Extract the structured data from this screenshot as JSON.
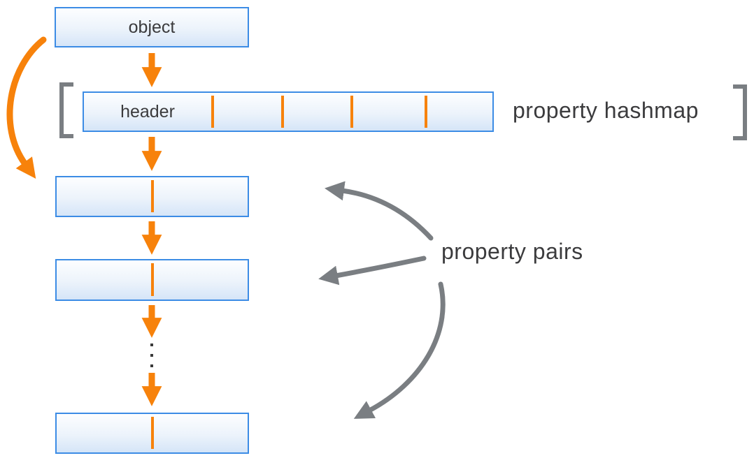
{
  "colors": {
    "accent-orange": "#F7820B",
    "box-border": "#3C8CE5",
    "box-fill-top": "#FDFEFF",
    "box-fill-bottom": "#D5E5F8",
    "arrow-gray": "#7A7E82",
    "text-dark": "#3B3B3D"
  },
  "object_box": {
    "label": "object"
  },
  "hashmap": {
    "header_label": "header",
    "empty_slot_count": 4,
    "annotation": "property hashmap"
  },
  "property_pairs": {
    "annotation": "property pairs",
    "visible_row_count": 3,
    "ellipsis_dot_count": 3
  }
}
